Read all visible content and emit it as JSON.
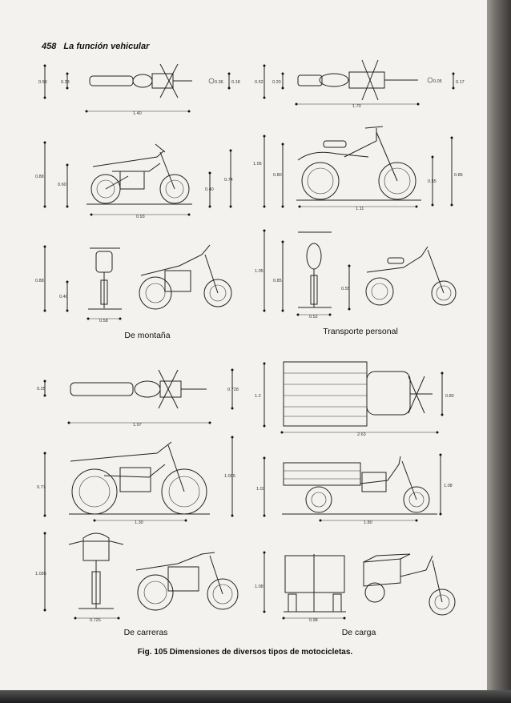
{
  "header": {
    "page_number": "458",
    "chapter_title": "La función vehicular"
  },
  "sections": {
    "de_montana": "De montaña",
    "transporte_personal": "Transporte personal",
    "de_carreras": "De carreras",
    "de_carga": "De carga"
  },
  "caption": "Fig. 105 Dimensiones de diversos tipos de motocicletas.",
  "dims": {
    "a1": "0.58",
    "a2": "0.23",
    "a3": "1.40",
    "a4": "0.36",
    "a5": "0.18",
    "b1": "0.52",
    "b2": "0.20",
    "b3": "1.70",
    "b4": "0.05",
    "b5": "0.17",
    "c1": "0.88",
    "c2": "0.60",
    "c3": "0.93",
    "c4": "0.74",
    "c5": "0.40",
    "d1": "1.05",
    "d2": "0.80",
    "d3": "1.11",
    "d4": "0.85",
    "d5": "0.55",
    "e1": "0.88",
    "e2": "0.40",
    "e3": "0.58",
    "f1": "1.05",
    "f2": "0.85",
    "f3": "0.55",
    "f4": "0.52",
    "g1": "0.25",
    "g2": "1.97",
    "g3": "0.728",
    "h1": "1.2",
    "h2": "2.63",
    "h3": "0.80",
    "i1": "0.77",
    "i2": "1.30",
    "i3": "1.095",
    "j1": "1.03",
    "j2": "1.80",
    "j3": "1.08",
    "k1": "1.095",
    "k2": "0.725",
    "l1": "1.08",
    "l2": "0.98"
  }
}
